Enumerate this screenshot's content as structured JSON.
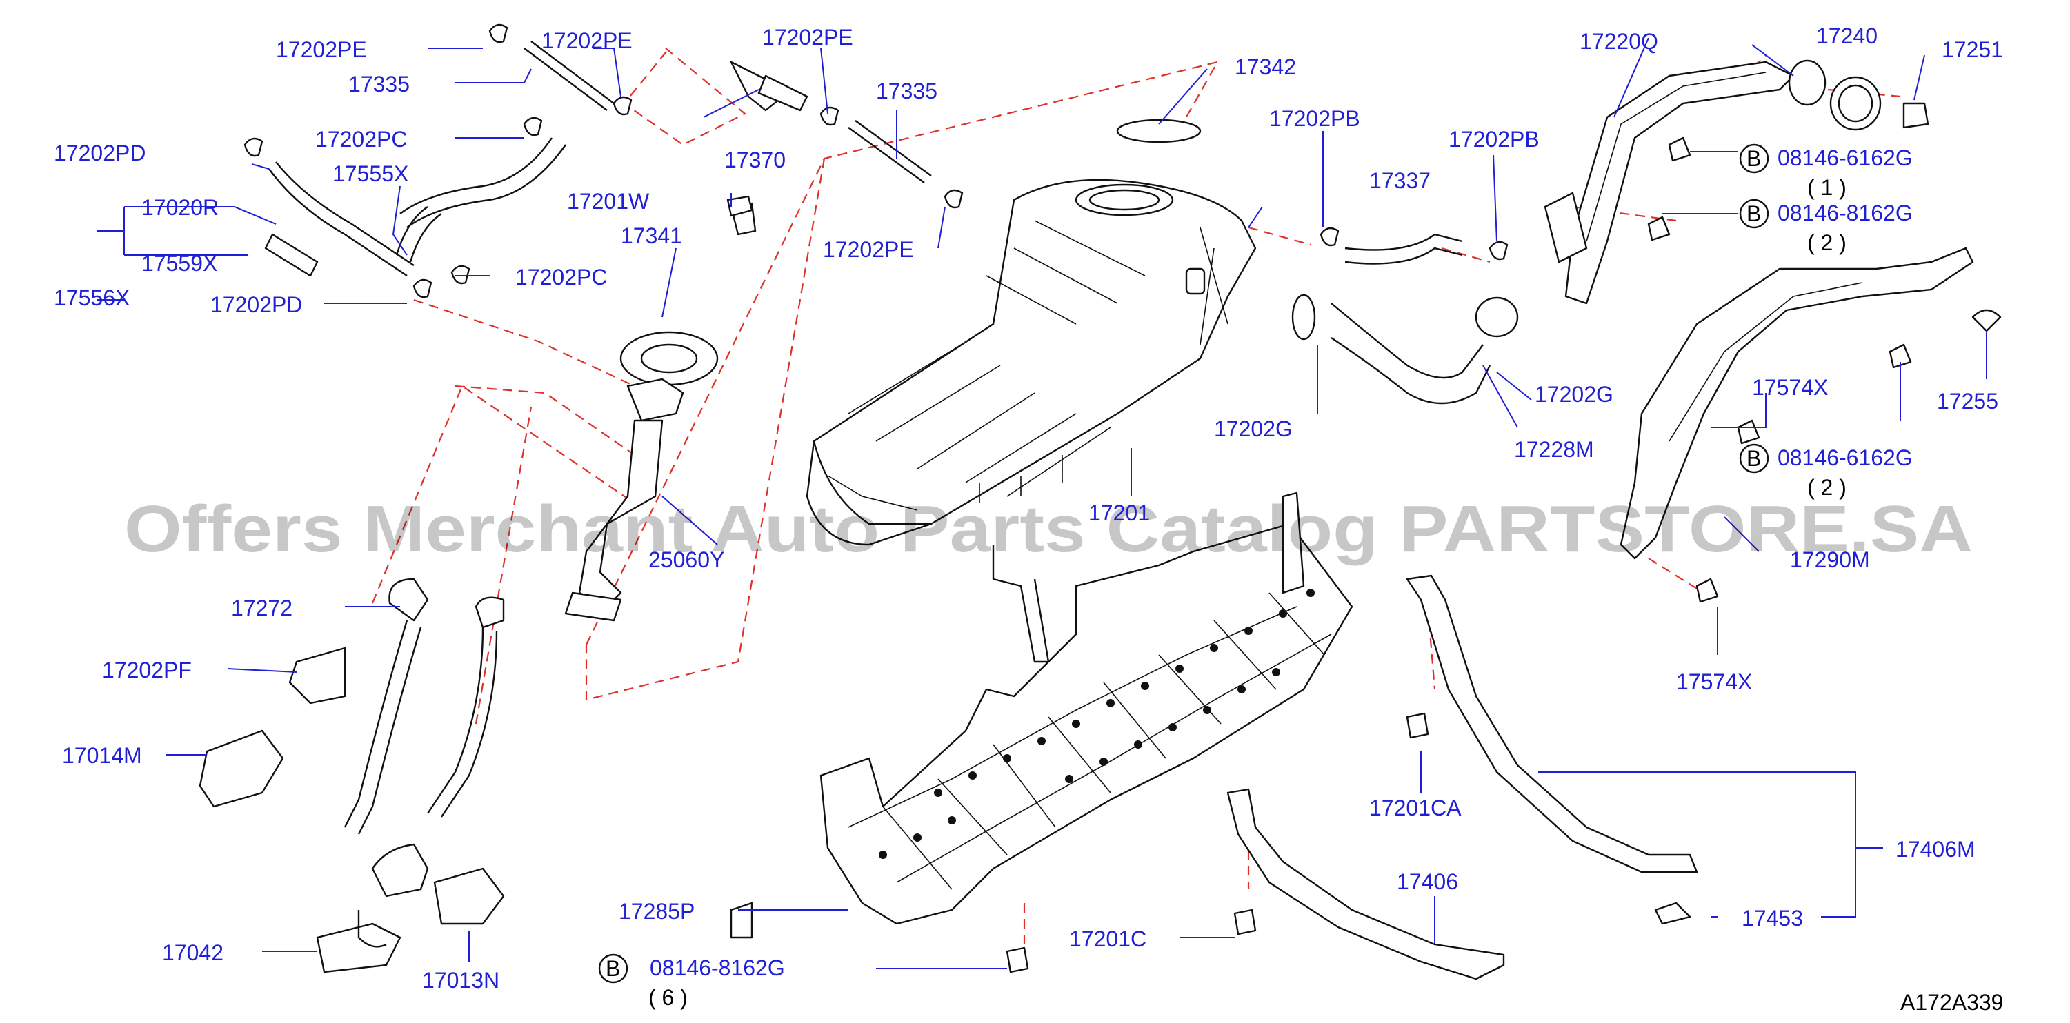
{
  "watermark": "Offers Merchant Auto Parts Catalog PARTSTORE.SA",
  "diagram_code": "A172A339",
  "bolt_prefix": "B",
  "labels": [
    "17202PE",
    "17335",
    "17202PE",
    "17202PE",
    "17335",
    "17370",
    "17342",
    "17202PD",
    "17202PC",
    "17555X",
    "17020R",
    "17559X",
    "17556X",
    "17202PD",
    "17202PC",
    "17201W",
    "17341",
    "17202PE",
    "17202PB",
    "17337",
    "17202PB",
    "17220Q",
    "17240",
    "17251",
    "08146-6162G",
    "( 1 )",
    "08146-8162G",
    "( 2 )",
    "17202G",
    "17202G",
    "17228M",
    "17574X",
    "08146-6162G",
    "( 2 )",
    "17255",
    "25060Y",
    "17201",
    "17290M",
    "17574X",
    "17272",
    "17202PF",
    "17014M",
    "17042",
    "17013N",
    "17285P",
    "08146-8162G",
    "( 6 )",
    "17201CA",
    "17201C",
    "17406",
    "17406M",
    "17453"
  ]
}
